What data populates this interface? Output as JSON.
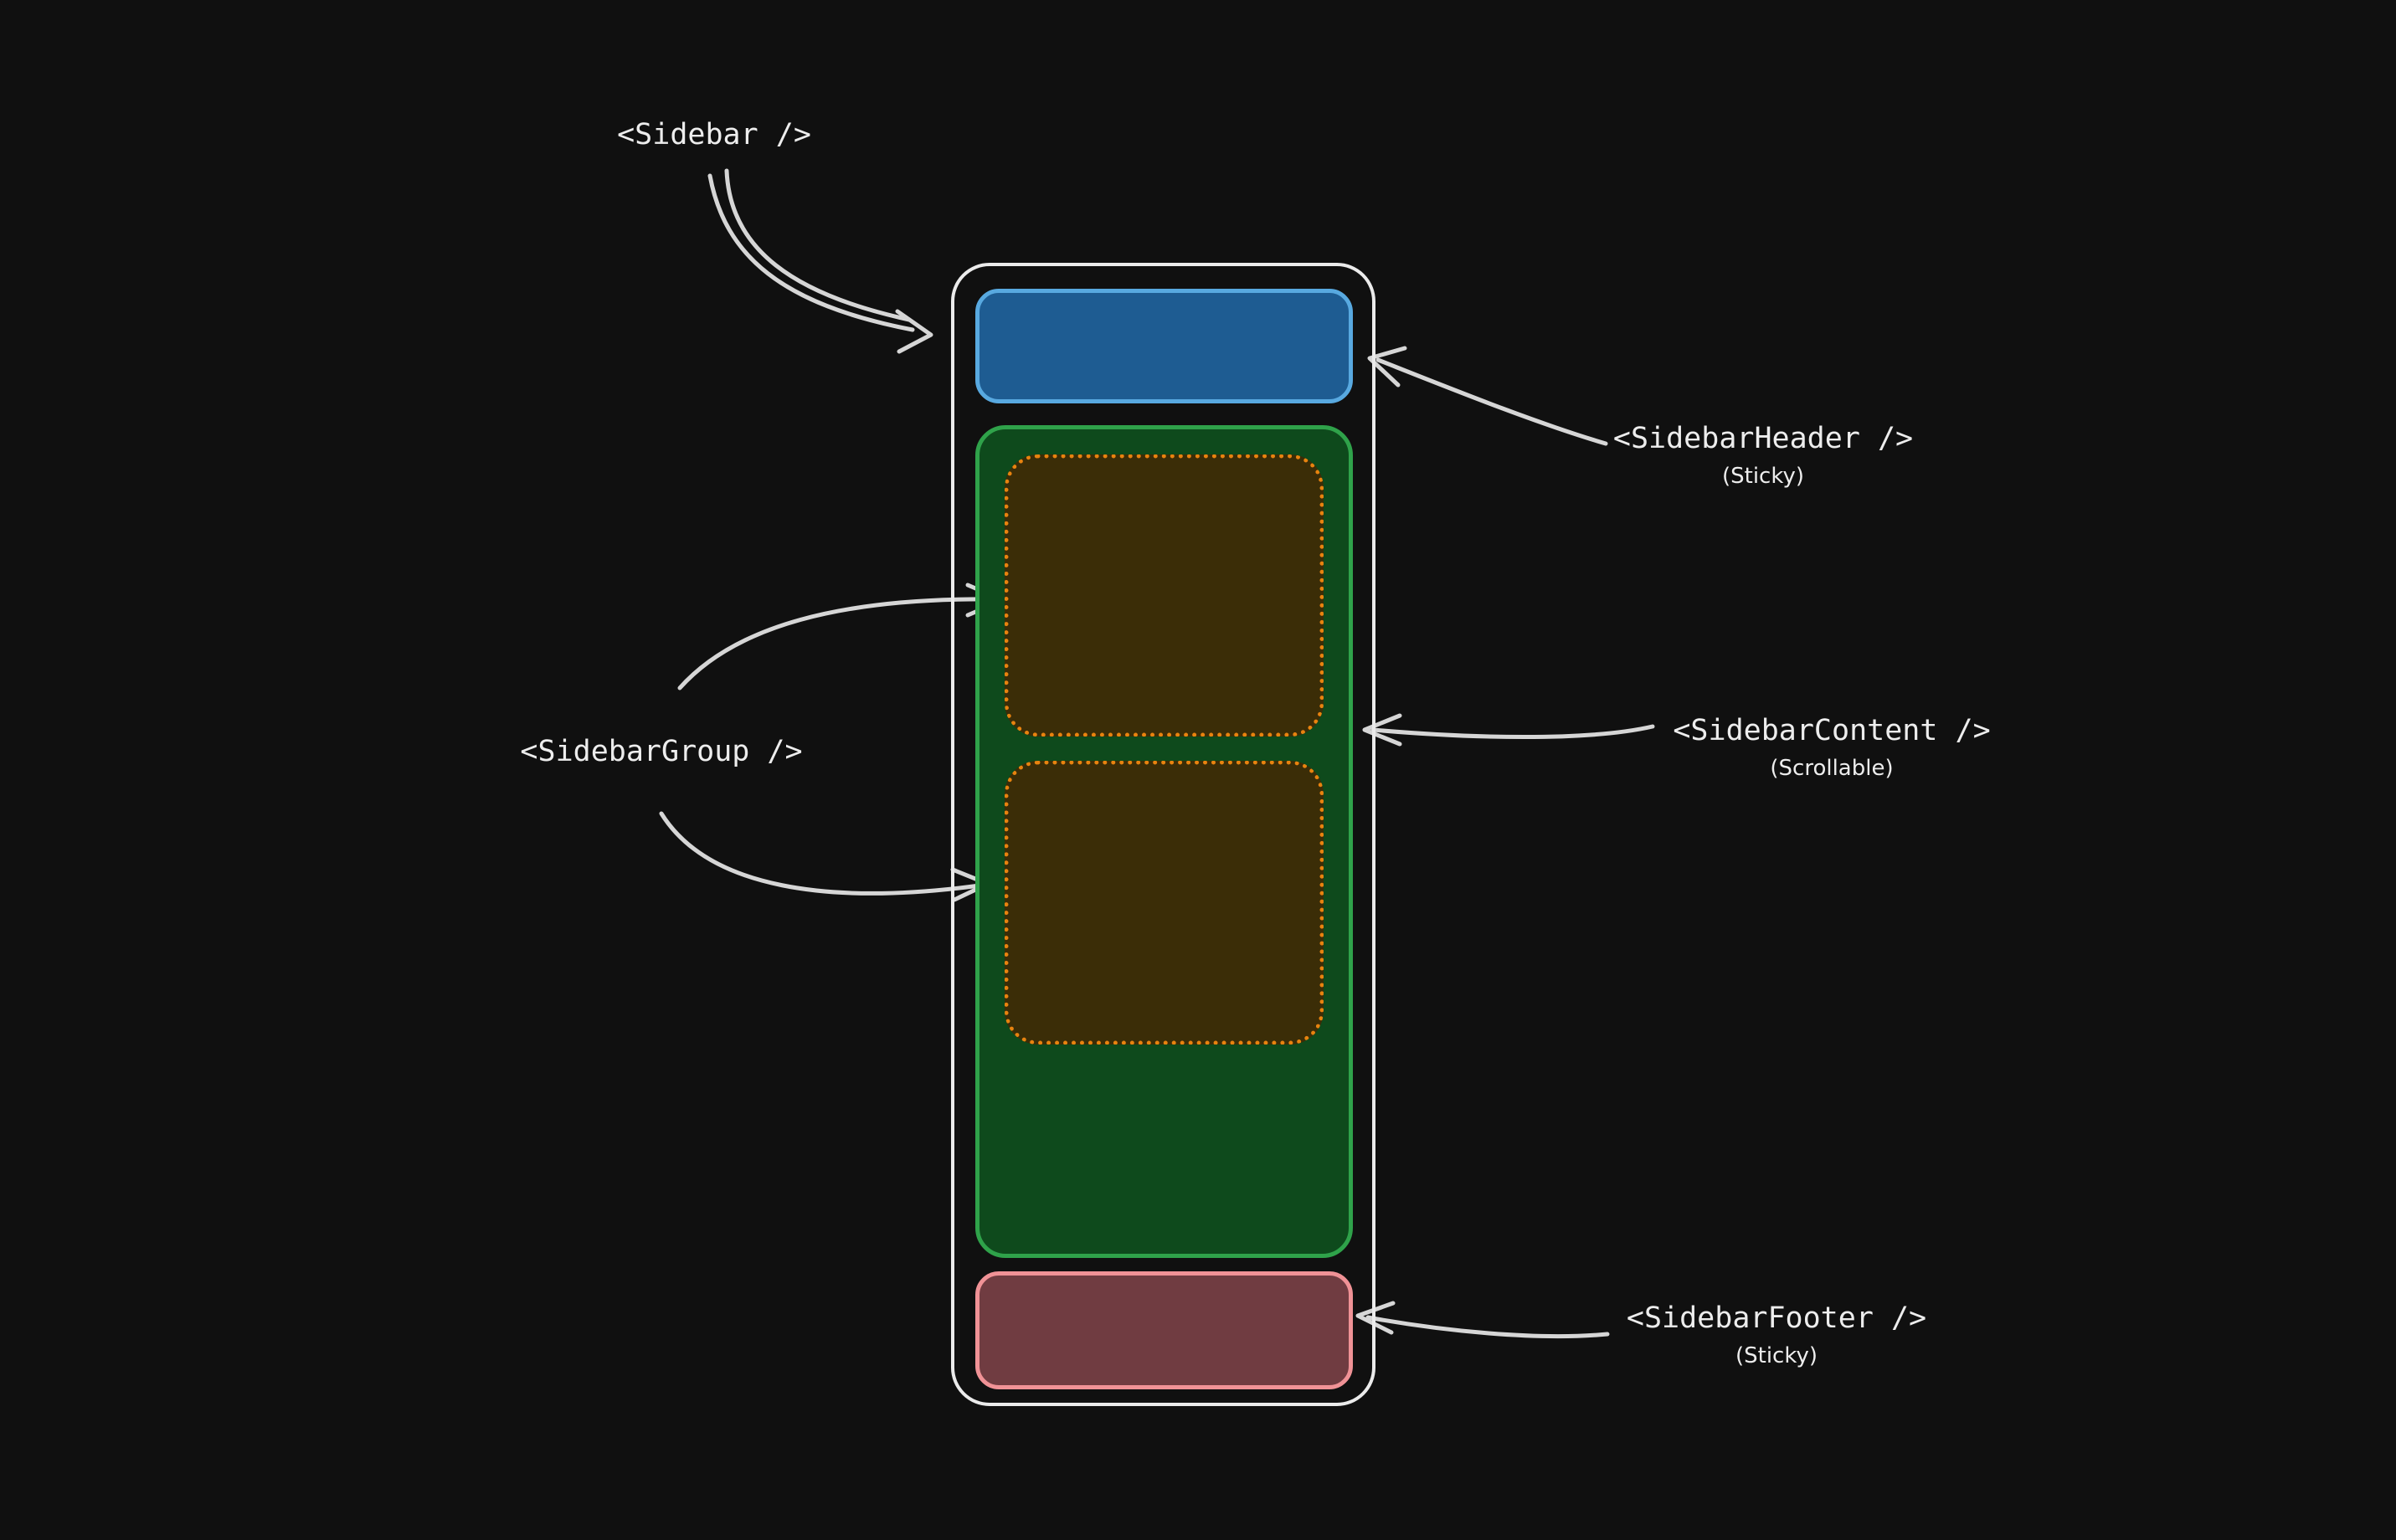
{
  "page": {
    "background": "#101010"
  },
  "diagram": {
    "labels": {
      "sidebar": "<Sidebar />",
      "header": "<SidebarHeader />",
      "header_note": "(Sticky)",
      "content": "<SidebarContent />",
      "content_note": "(Scrollable)",
      "group": "<SidebarGroup />",
      "footer": "<SidebarFooter />",
      "footer_note": "(Sticky)"
    },
    "colors": {
      "background": "#101010",
      "outline": "#ebebeb",
      "arrow": "#d6d6d6",
      "text": "#ededed",
      "header_fill": "#1e5c92",
      "header_stroke": "#58a9e0",
      "content_fill": "#0e4a1c",
      "content_stroke": "#2fa24a",
      "group_fill": "#3b2d07",
      "group_stroke": "#e8830f",
      "footer_fill": "#703c41",
      "footer_stroke": "#f09296"
    }
  }
}
